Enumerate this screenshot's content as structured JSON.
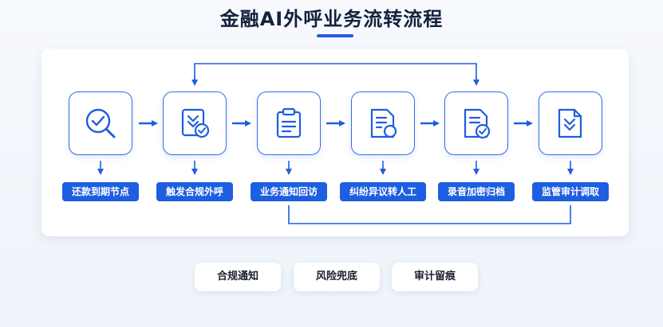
{
  "header": {
    "title": "金融AI外呼业务流转流程"
  },
  "steps": [
    {
      "label": "还款到期节点",
      "icon": "search-check-icon"
    },
    {
      "label": "触发合规外呼",
      "icon": "download-check-icon"
    },
    {
      "label": "业务通知回访",
      "icon": "clipboard-icon"
    },
    {
      "label": "纠纷异议转人工",
      "icon": "document-person-icon"
    },
    {
      "label": "录音加密归档",
      "icon": "document-check-icon"
    },
    {
      "label": "监管审计调取",
      "icon": "file-download-icon"
    }
  ],
  "tags": [
    {
      "label": "合规通知"
    },
    {
      "label": "风险兜底"
    },
    {
      "label": "审计留痕"
    }
  ],
  "colors": {
    "accent": "#1e5ee0",
    "title": "#14213d"
  }
}
